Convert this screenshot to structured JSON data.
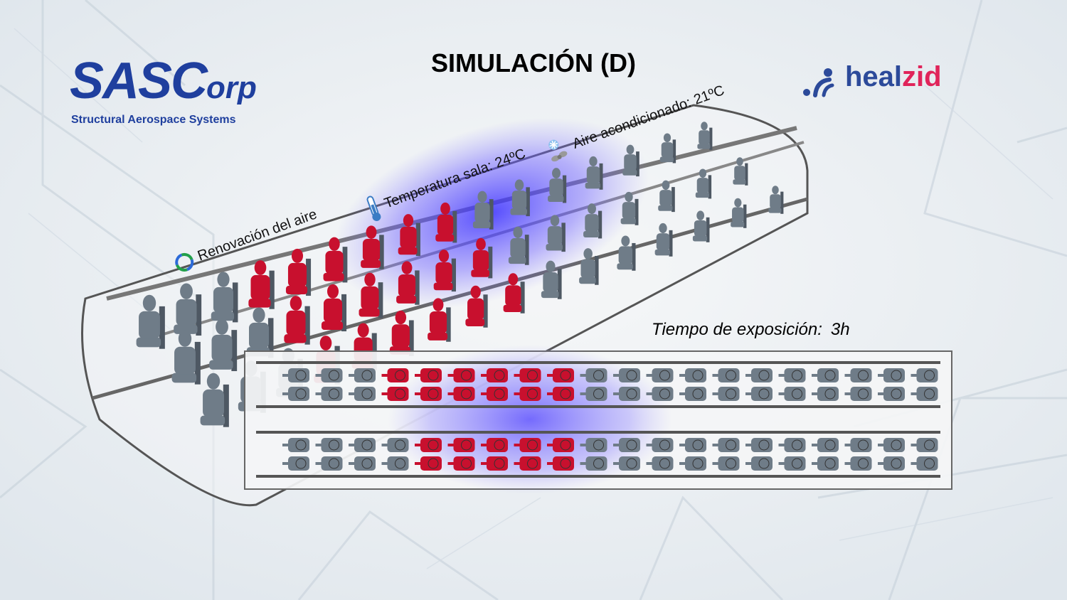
{
  "title": "SIMULACIÓN (D)",
  "logos": {
    "sasc": {
      "main_big": "SASC",
      "main_small": "orp",
      "subtitle": "Structural Aerospace Systems"
    },
    "healzid": {
      "text_part1": "heal",
      "text_accent": "zid"
    }
  },
  "labels": {
    "renovacion": "Renovación del aire",
    "temperatura": "Temperatura sala: 24ºC",
    "aire": "Aire acondicionado: 21ºC"
  },
  "exposure": {
    "label": "Tiempo de exposición:",
    "value": "3h"
  },
  "colors": {
    "brand_blue": "#1f3f9e",
    "healzid_blue": "#2c4a9a",
    "healzid_red": "#e0245a",
    "infected_red": "#c8102e",
    "passenger_gray": "#6f7c88",
    "aerosol_blue": "#5a55ff"
  },
  "icons": {
    "renovacion": "recycle-arrows-icon",
    "temperatura": "thermometer-icon",
    "aire": "fan-snowflake-icon"
  },
  "seat_map": {
    "columns": 20,
    "infected_columns_top": [
      3,
      4,
      5,
      6,
      7,
      8
    ],
    "infected_columns_bottom": [
      4,
      5,
      6,
      7,
      8
    ]
  }
}
